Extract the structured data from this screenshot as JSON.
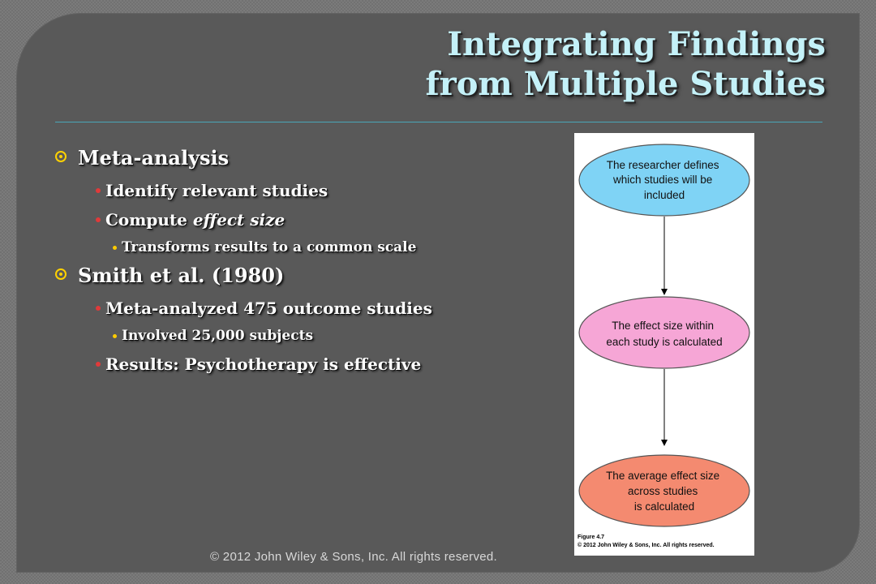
{
  "title": {
    "line1": "Integrating Findings",
    "line2": "from Multiple Studies"
  },
  "bullets": {
    "b1": {
      "text": "Meta-analysis",
      "sub1": "Identify relevant studies",
      "sub2_prefix": "Compute ",
      "sub2_italic": "effect size",
      "sub2_sub1": "Transforms results to a common scale"
    },
    "b2": {
      "text": "Smith et al. (1980)",
      "sub1": "Meta-analyzed 475 outcome studies",
      "sub1_sub1": "Involved 25,000 subjects",
      "sub2": "Results: Psychotherapy is effective"
    }
  },
  "figure": {
    "step1": [
      "The researcher defines",
      "which studies will be",
      "included"
    ],
    "step2": [
      "The effect size within",
      "each study is calculated"
    ],
    "step3": [
      "The average effect size",
      "across studies",
      "is calculated"
    ],
    "caption_label": "Figure 4.7",
    "caption_copyright": "© 2012 John Wiley & Sons, Inc. All rights reserved.",
    "colors": {
      "step1_fill": "#7fd3f5",
      "step2_fill": "#f6a6d6",
      "step3_fill": "#f48a70"
    }
  },
  "footer": {
    "copyright": "© 2012 John Wiley & Sons, Inc. All rights reserved."
  },
  "colors": {
    "title": "#c4f1f8",
    "panel": "#595959",
    "accent_rule": "#4aa6b8",
    "level1_bullet": "#ffd200",
    "level2_bullet": "#e03a3a",
    "level3_bullet": "#ffcc00"
  }
}
